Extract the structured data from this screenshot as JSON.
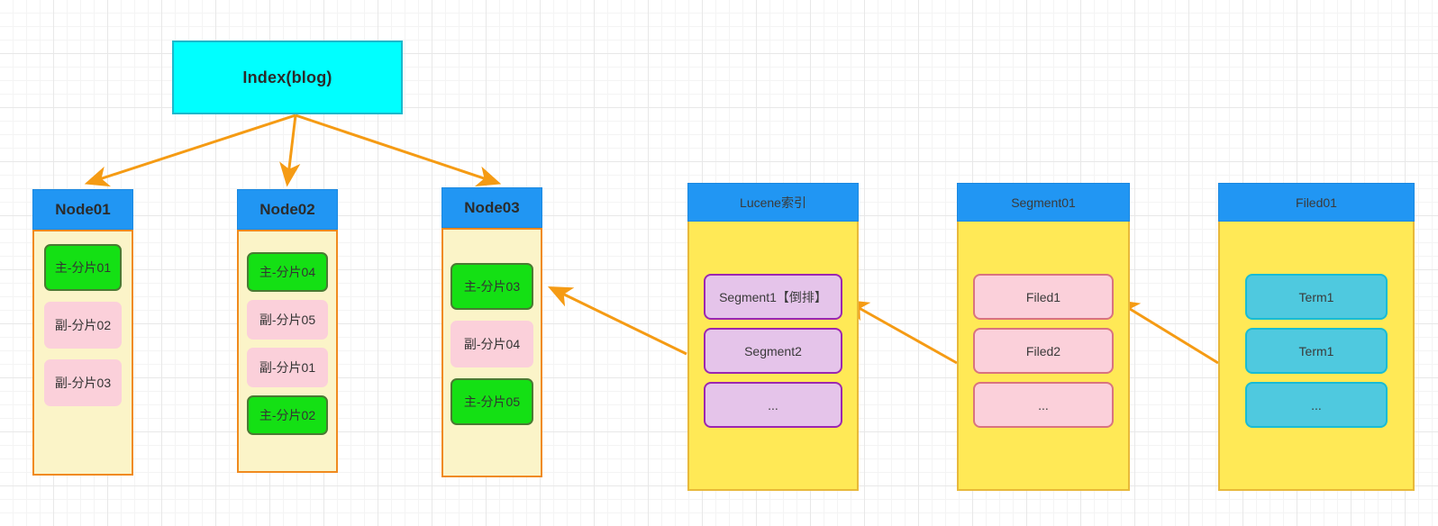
{
  "diagram": {
    "root": {
      "label": "Index(blog)"
    },
    "nodes": [
      {
        "title": "Node01",
        "shards": [
          {
            "label": "主-分片01",
            "kind": "primary"
          },
          {
            "label": "副-分片02",
            "kind": "replica"
          },
          {
            "label": "副-分片03",
            "kind": "replica"
          }
        ]
      },
      {
        "title": "Node02",
        "shards": [
          {
            "label": "主-分片04",
            "kind": "primary"
          },
          {
            "label": "副-分片05",
            "kind": "replica"
          },
          {
            "label": "副-分片01",
            "kind": "replica"
          },
          {
            "label": "主-分片02",
            "kind": "primary"
          }
        ]
      },
      {
        "title": "Node03",
        "shards": [
          {
            "label": "主-分片03",
            "kind": "primary"
          },
          {
            "label": "副-分片04",
            "kind": "replica"
          },
          {
            "label": "主-分片05",
            "kind": "primary"
          }
        ]
      }
    ],
    "columns": [
      {
        "title": "Lucene索引",
        "items": [
          {
            "label": "Segment1【倒排】",
            "kind": "segment"
          },
          {
            "label": "Segment2",
            "kind": "segment"
          },
          {
            "label": "...",
            "kind": "segment"
          }
        ]
      },
      {
        "title": "Segment01",
        "items": [
          {
            "label": "Filed1",
            "kind": "filed"
          },
          {
            "label": "Filed2",
            "kind": "filed"
          },
          {
            "label": "...",
            "kind": "filed"
          }
        ]
      },
      {
        "title": "Filed01",
        "items": [
          {
            "label": "Term1",
            "kind": "term"
          },
          {
            "label": "Term1",
            "kind": "term"
          },
          {
            "label": "...",
            "kind": "term"
          }
        ]
      }
    ],
    "colors": {
      "index_fill": "#00ffff",
      "index_stroke": "#1bb8cc",
      "node_header": "#2196f3",
      "node_body_fill": "#fbf4c8",
      "node_body_stroke": "#f08a1e",
      "primary_shard": "#14e014",
      "replica_shard": "#fbd0da",
      "column_body_fill": "#ffe956",
      "column_body_stroke": "#e8b93a",
      "segment_fill": "#e5c4ea",
      "segment_stroke": "#9c27b0",
      "filed_fill": "#fbd0da",
      "filed_stroke": "#d9737f",
      "term_fill": "#4fc9df",
      "term_stroke": "#18bcd4",
      "arrow": "#f59b14",
      "grid_minor": "#f4f4f4",
      "grid_major": "#e8e8e8"
    }
  }
}
